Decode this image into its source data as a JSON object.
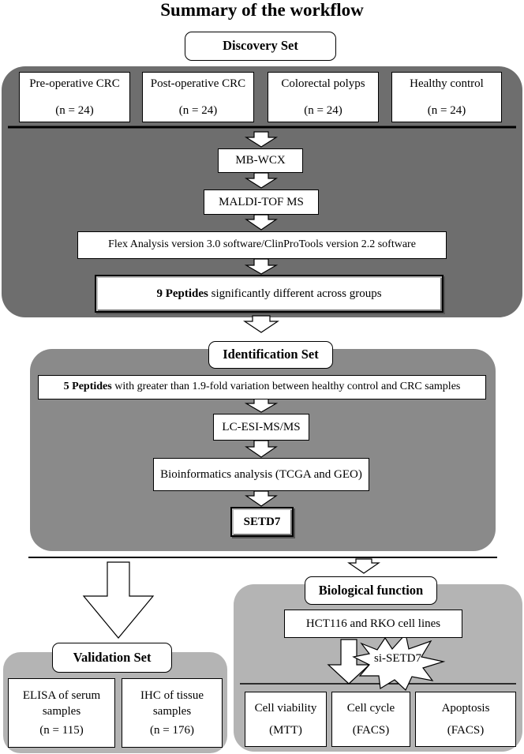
{
  "title": "Summary of the workflow",
  "discovery": {
    "header": "Discovery Set",
    "groups": [
      {
        "name": "Pre-operative CRC",
        "n": "(n = 24)"
      },
      {
        "name": "Post-operative CRC",
        "n": "(n = 24)"
      },
      {
        "name": "Colorectal polyps",
        "n": "(n = 24)"
      },
      {
        "name": "Healthy control",
        "n": "(n = 24)"
      }
    ],
    "step1": "MB-WCX",
    "step2": "MALDI-TOF MS",
    "step3": "Flex Analysis version 3.0 software/ClinProTools version 2.2 software",
    "result_bold": "9 Peptides",
    "result_rest": " significantly different across groups"
  },
  "identification": {
    "header": "Identification Set",
    "peptides_bold": "5 Peptides",
    "peptides_rest": " with greater than 1.9-fold variation between healthy control and CRC samples",
    "step1": "LC-ESI-MS/MS",
    "step2": "Bioinformatics analysis (TCGA and GEO)",
    "result": "SETD7"
  },
  "validation": {
    "header": "Validation Set",
    "items": [
      {
        "line1": "ELISA of serum",
        "line2": "samples",
        "n": "(n = 115)"
      },
      {
        "line1": "IHC of tissue",
        "line2": "samples",
        "n": "(n = 176)"
      }
    ]
  },
  "biological": {
    "header": "Biological function",
    "cell_lines": "HCT116 and RKO cell lines",
    "knockdown": "si-SETD7",
    "assays": [
      {
        "line1": "Cell viability",
        "line2": "(MTT)"
      },
      {
        "line1": "Cell cycle",
        "line2": "(FACS)"
      },
      {
        "line1": "Apoptosis",
        "line2": "(FACS)"
      }
    ]
  },
  "colors": {
    "dark_panel": "#6e6e6e",
    "mid_panel": "#8a8a8a",
    "light_panel": "#b4b4b4"
  }
}
